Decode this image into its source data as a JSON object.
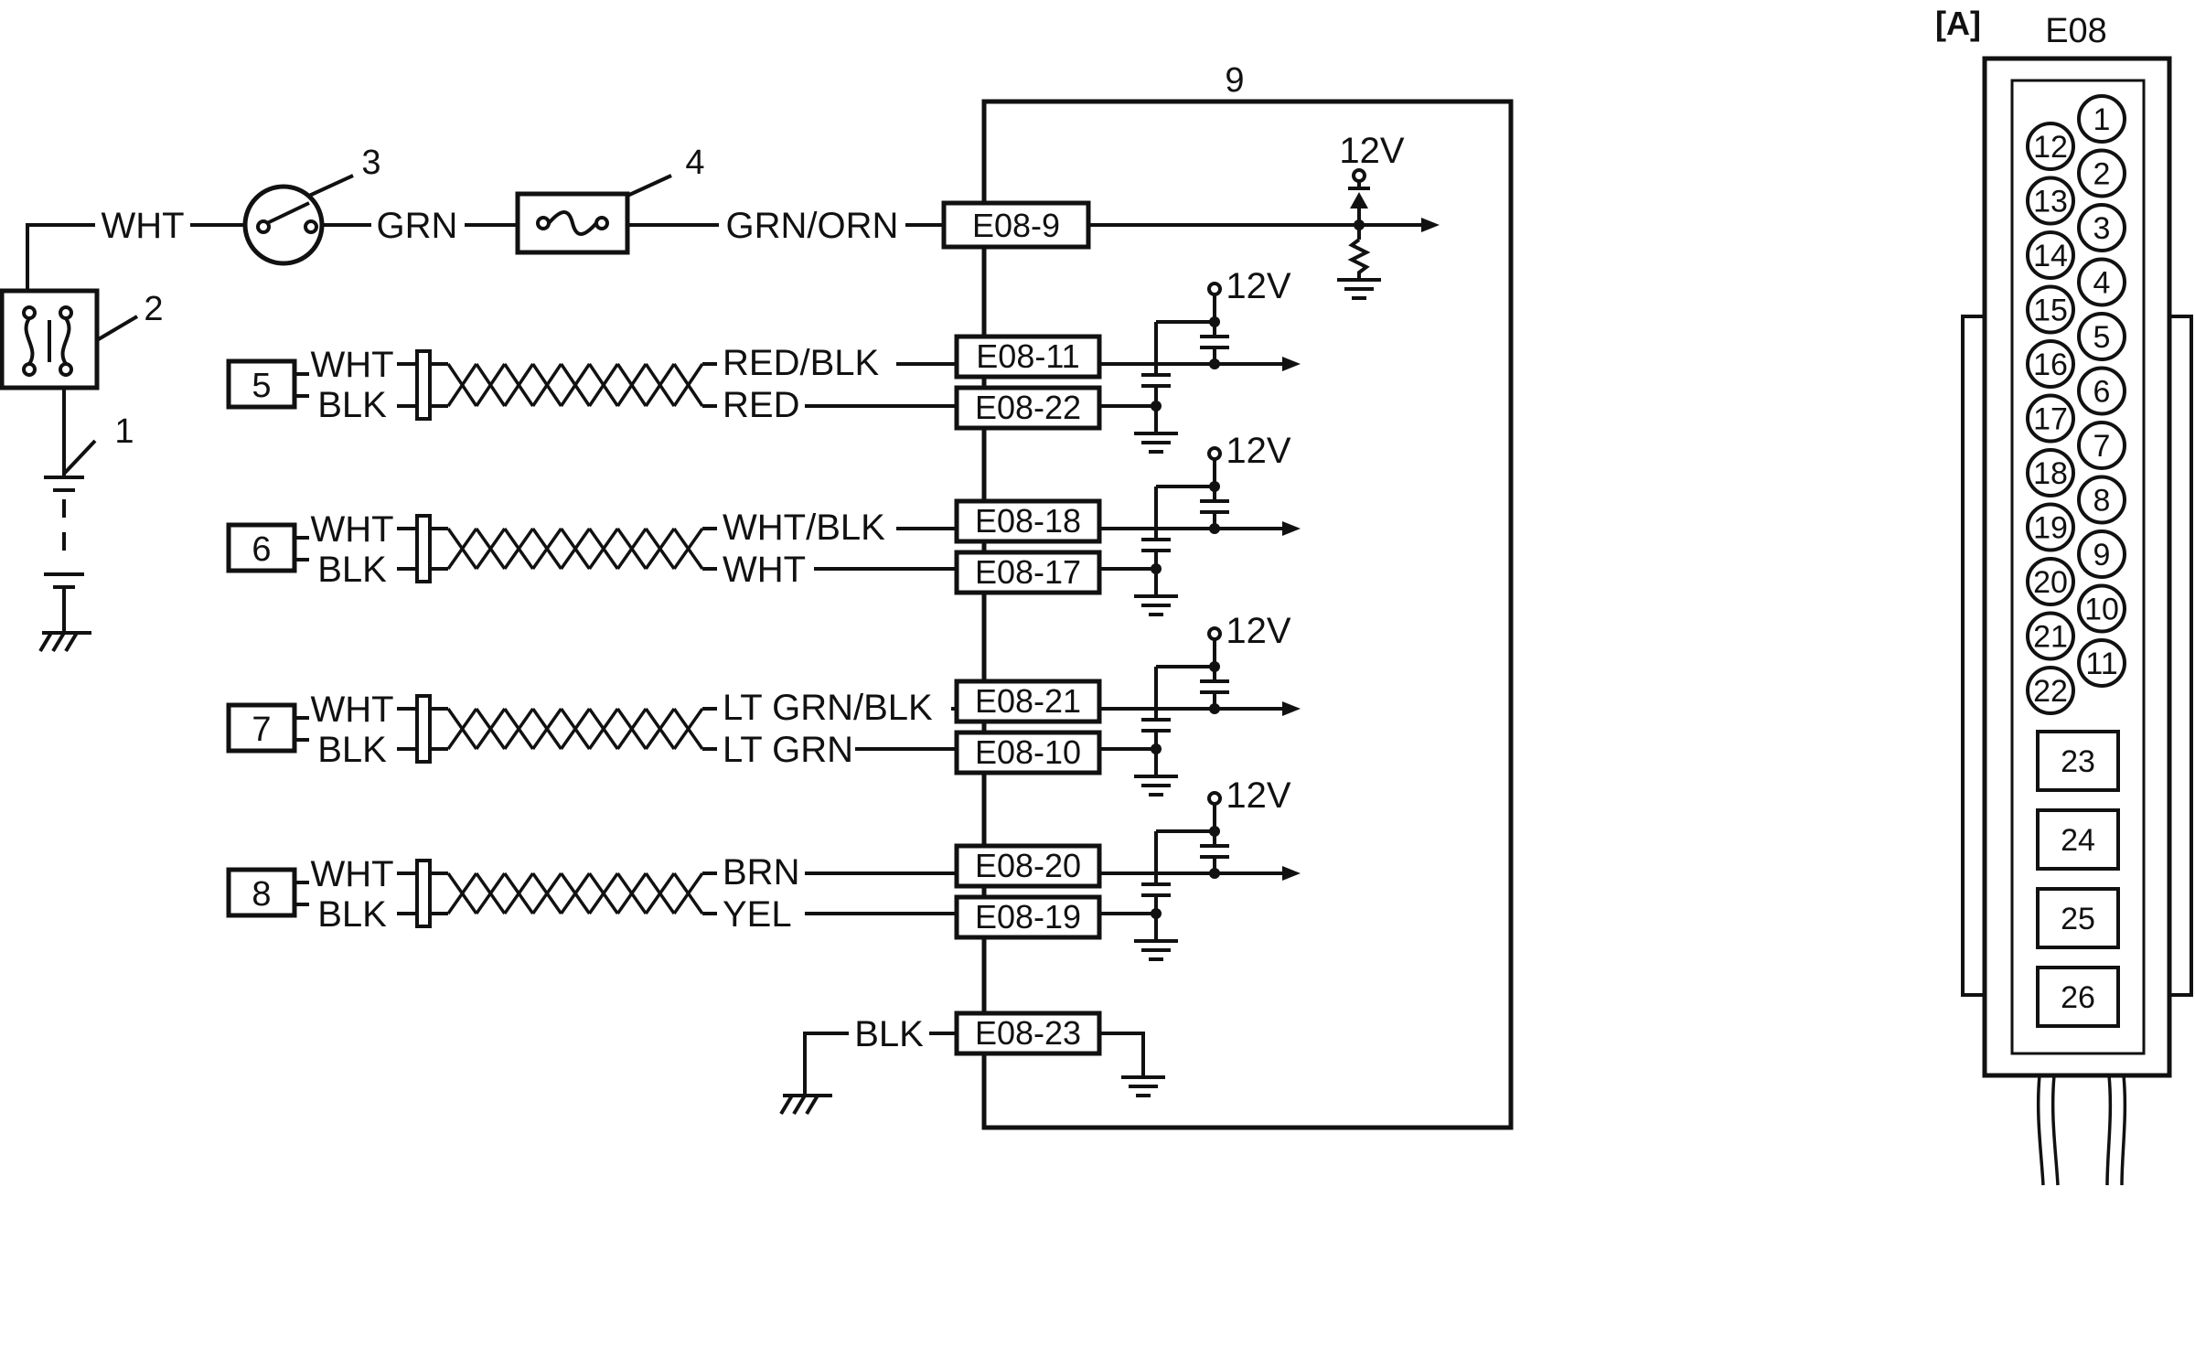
{
  "diagram": {
    "ecu_label": "9",
    "supply": {
      "wht": "WHT",
      "grn": "GRN",
      "grn_orn": "GRN/ORN",
      "label_1": "1",
      "label_2": "2",
      "label_3": "3",
      "label_4": "4",
      "pin": "E08-9",
      "voltage": "12V"
    },
    "sensors": [
      {
        "number": "5",
        "in_a": "WHT",
        "in_b": "BLK",
        "wire_a": "RED/BLK",
        "wire_b": "RED",
        "pin_a": "E08-11",
        "pin_b": "E08-22",
        "voltage": "12V"
      },
      {
        "number": "6",
        "in_a": "WHT",
        "in_b": "BLK",
        "wire_a": "WHT/BLK",
        "wire_b": "WHT",
        "pin_a": "E08-18",
        "pin_b": "E08-17",
        "voltage": "12V"
      },
      {
        "number": "7",
        "in_a": "WHT",
        "in_b": "BLK",
        "wire_a": "LT GRN/BLK",
        "wire_b": "LT GRN",
        "pin_a": "E08-21",
        "pin_b": "E08-10",
        "voltage": "12V"
      },
      {
        "number": "8",
        "in_a": "WHT",
        "in_b": "BLK",
        "wire_a": "BRN",
        "wire_b": "YEL",
        "pin_a": "E08-20",
        "pin_b": "E08-19",
        "voltage": "12V"
      }
    ],
    "ground": {
      "wire": "BLK",
      "pin": "E08-23"
    }
  },
  "connector": {
    "tag": "[A]",
    "name": "E08",
    "right_pins": [
      "1",
      "2",
      "3",
      "4",
      "5",
      "6",
      "7",
      "8",
      "9",
      "10",
      "11"
    ],
    "left_pins": [
      "12",
      "13",
      "14",
      "15",
      "16",
      "17",
      "18",
      "19",
      "20",
      "21",
      "22"
    ],
    "square_pins": [
      "23",
      "24",
      "25",
      "26"
    ]
  }
}
